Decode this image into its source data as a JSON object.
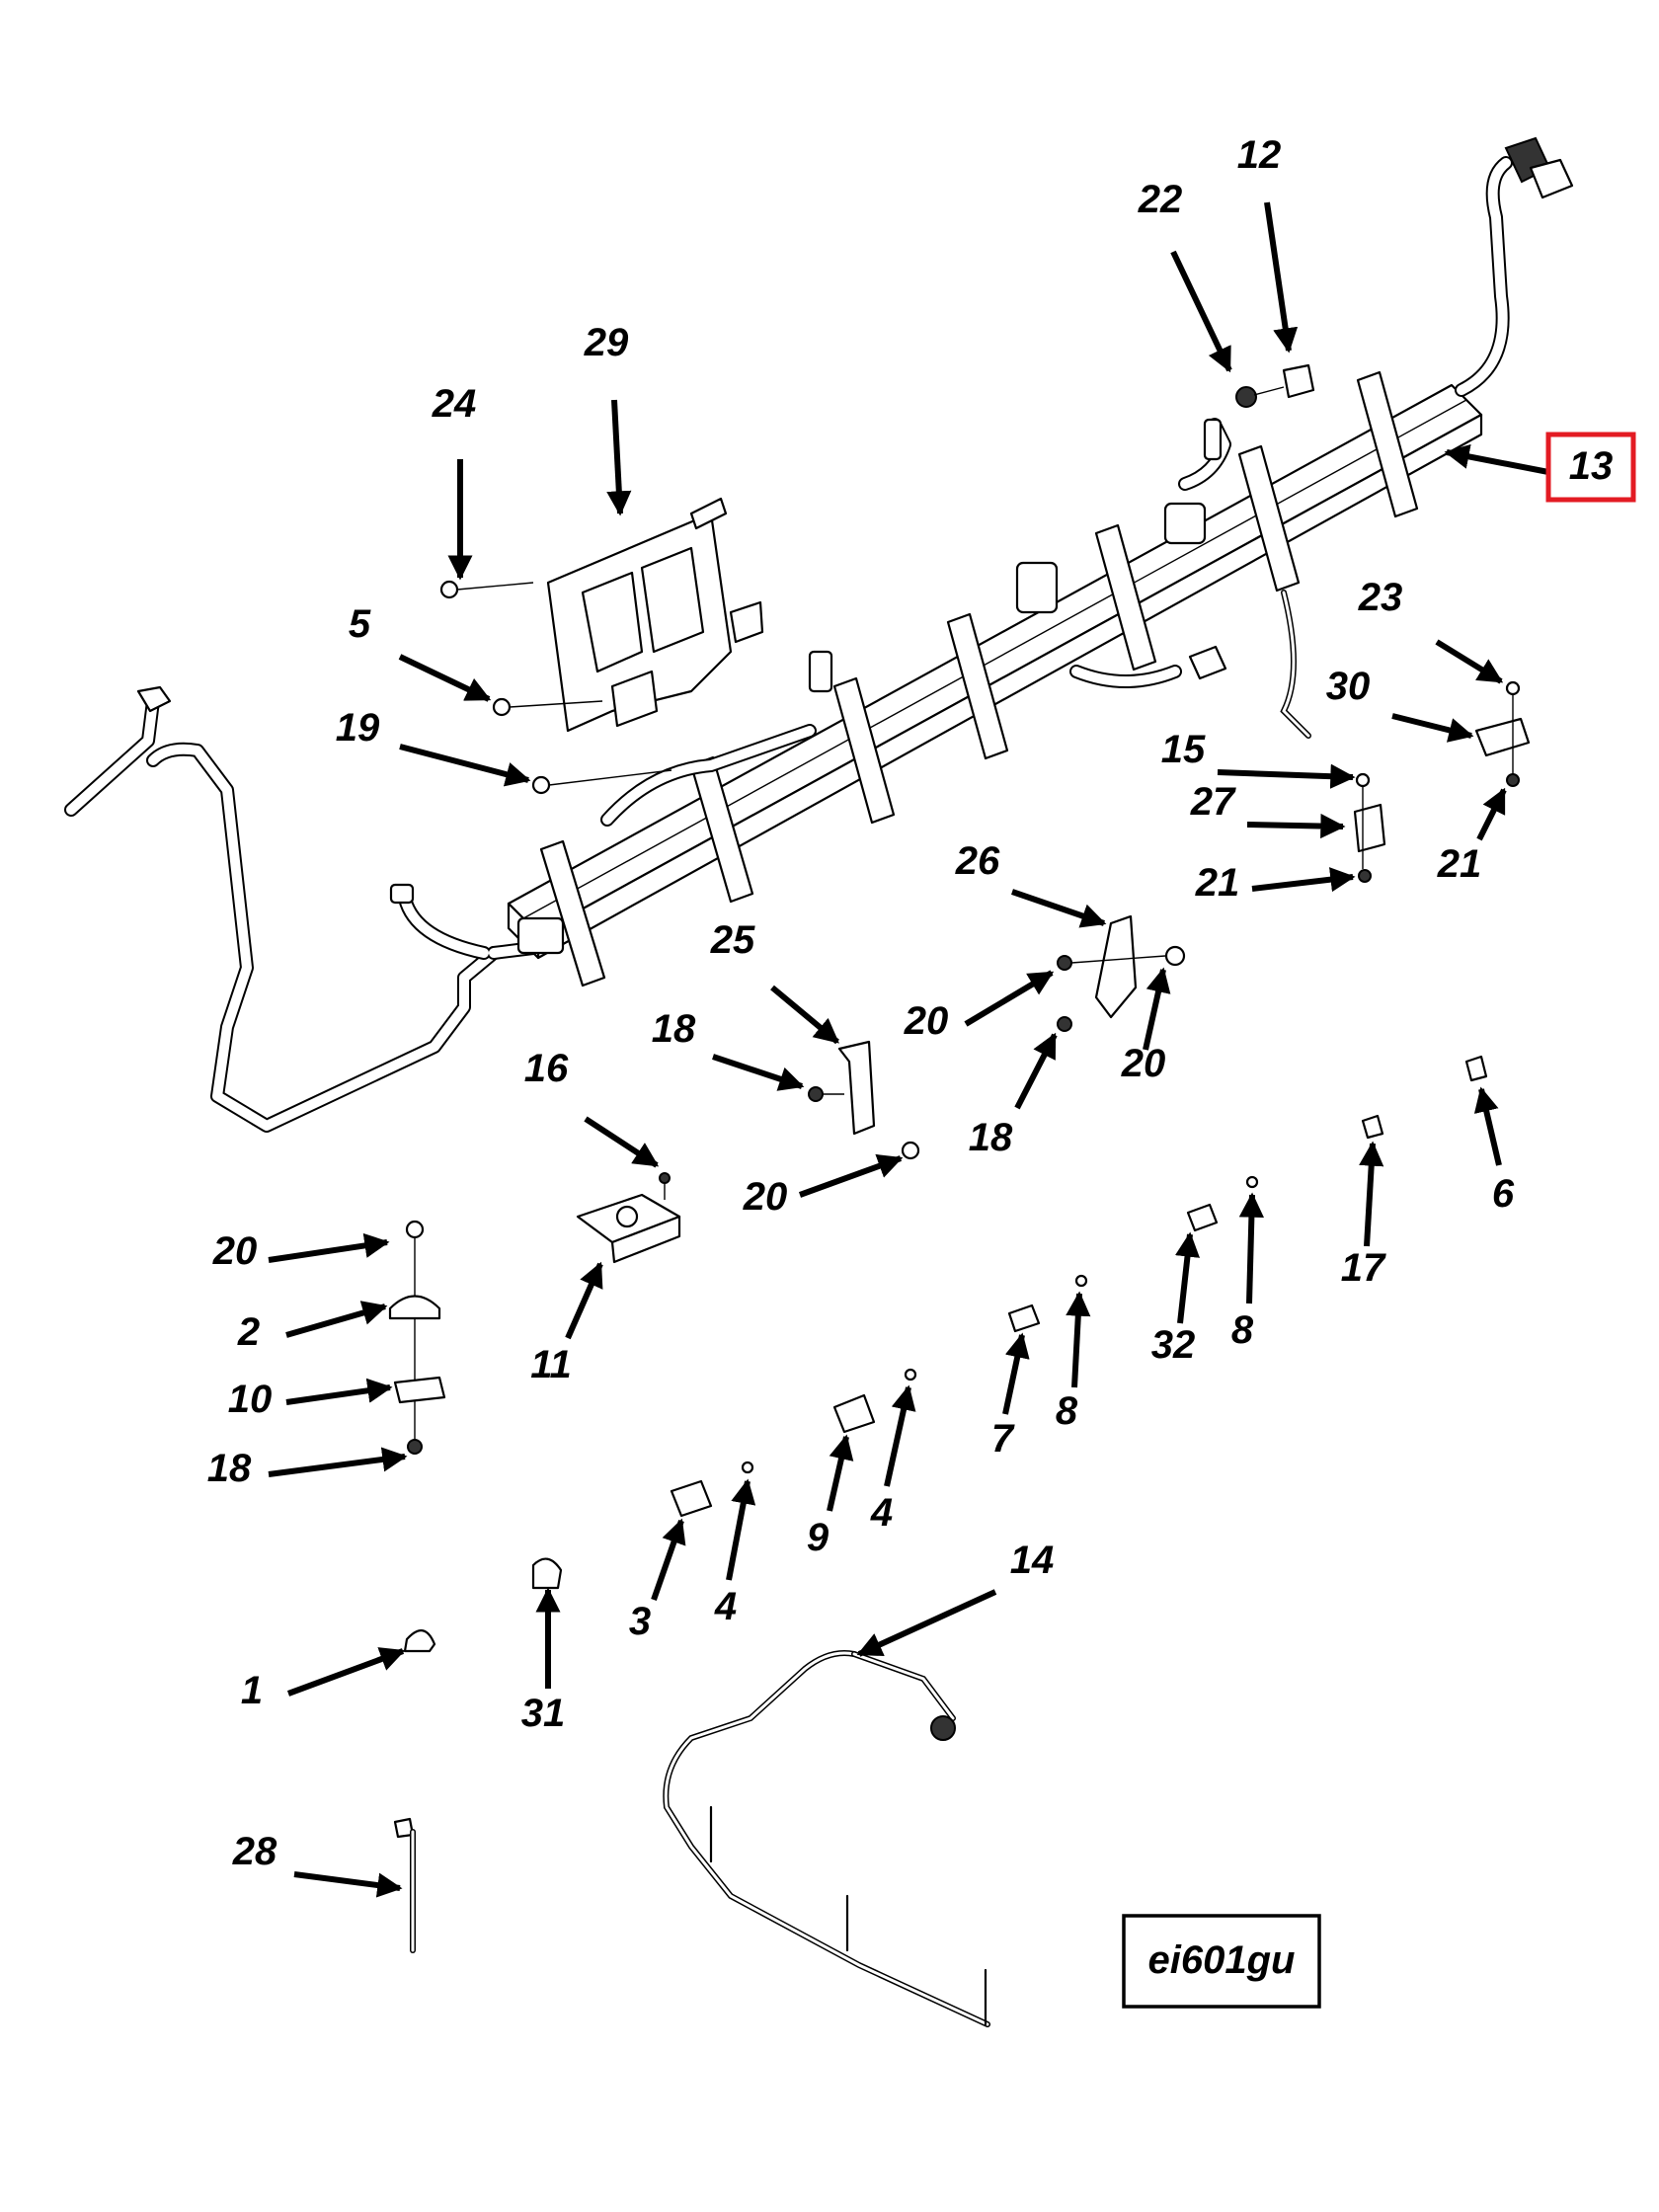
{
  "figure_id": "ei601gu",
  "highlight_color": "#e31b23",
  "callouts": [
    {
      "id": "c-1",
      "label": "1"
    },
    {
      "id": "c-2",
      "label": "2"
    },
    {
      "id": "c-3",
      "label": "3"
    },
    {
      "id": "c-4a",
      "label": "4"
    },
    {
      "id": "c-4b",
      "label": "4"
    },
    {
      "id": "c-5",
      "label": "5"
    },
    {
      "id": "c-6",
      "label": "6"
    },
    {
      "id": "c-7",
      "label": "7"
    },
    {
      "id": "c-8a",
      "label": "8"
    },
    {
      "id": "c-8b",
      "label": "8"
    },
    {
      "id": "c-9",
      "label": "9"
    },
    {
      "id": "c-10",
      "label": "10"
    },
    {
      "id": "c-11",
      "label": "11"
    },
    {
      "id": "c-12",
      "label": "12"
    },
    {
      "id": "c-13",
      "label": "13",
      "highlighted": true
    },
    {
      "id": "c-14",
      "label": "14"
    },
    {
      "id": "c-15",
      "label": "15"
    },
    {
      "id": "c-16",
      "label": "16"
    },
    {
      "id": "c-17",
      "label": "17"
    },
    {
      "id": "c-18a",
      "label": "18"
    },
    {
      "id": "c-18b",
      "label": "18"
    },
    {
      "id": "c-18c",
      "label": "18"
    },
    {
      "id": "c-19",
      "label": "19"
    },
    {
      "id": "c-20a",
      "label": "20"
    },
    {
      "id": "c-20b",
      "label": "20"
    },
    {
      "id": "c-20c",
      "label": "20"
    },
    {
      "id": "c-20d",
      "label": "20"
    },
    {
      "id": "c-21a",
      "label": "21"
    },
    {
      "id": "c-21b",
      "label": "21"
    },
    {
      "id": "c-22",
      "label": "22"
    },
    {
      "id": "c-23",
      "label": "23"
    },
    {
      "id": "c-24",
      "label": "24"
    },
    {
      "id": "c-25",
      "label": "25"
    },
    {
      "id": "c-26",
      "label": "26"
    },
    {
      "id": "c-27",
      "label": "27"
    },
    {
      "id": "c-28",
      "label": "28"
    },
    {
      "id": "c-29",
      "label": "29"
    },
    {
      "id": "c-30",
      "label": "30"
    },
    {
      "id": "c-31",
      "label": "31"
    },
    {
      "id": "c-32",
      "label": "32"
    }
  ]
}
